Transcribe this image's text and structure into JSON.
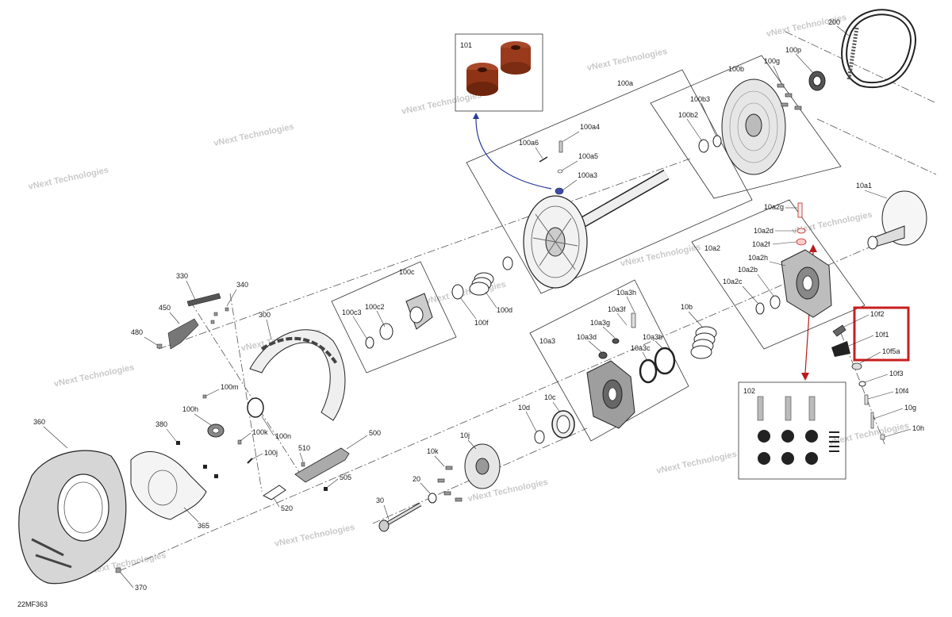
{
  "diagram_code": "22MF363",
  "watermark_text": "vNext Technologies",
  "highlight_color": "#c81e1e",
  "blue_arrow_color": "#2b3a9c",
  "red_arrow_color": "#b81c1c",
  "box_labels": {
    "b100a": "100a",
    "b100b": "100b",
    "b100c": "100c",
    "b10a2": "10a2",
    "b10a3": "10a3",
    "b101": "101",
    "b102": "102"
  },
  "labels": {
    "l200": "200",
    "l100p": "100p",
    "l100g": "100g",
    "l100b3": "100b3",
    "l100b2": "100b2",
    "l100a4": "100a4",
    "l100a6": "100a6",
    "l100a5": "100a5",
    "l100a3": "100a3",
    "l10a1": "10a1",
    "l10a2g": "10a2g",
    "l10a2d": "10a2d",
    "l10a2f": "10a2f",
    "l10a2h": "10a2h",
    "l10a2b": "10a2b",
    "l10a2c": "10a2c",
    "l10b": "10b",
    "l10f2": "10f2",
    "l10f1": "10f1",
    "l10f5a": "10f5a",
    "l10f3": "10f3",
    "l10f4": "10f4",
    "l10g": "10g",
    "l10h": "10h",
    "l100c3": "100c3",
    "l100c2": "100c2",
    "l100d": "100d",
    "l100f": "100f",
    "l10a3h": "10a3h",
    "l10a3f": "10a3f",
    "l10a3g": "10a3g",
    "l10a3d": "10a3d",
    "l10a3b": "10a3b",
    "l10a3c": "10a3c",
    "l10c": "10c",
    "l10d": "10d",
    "l10j": "10j",
    "l10k": "10k",
    "l20": "20",
    "l30": "30",
    "l330": "330",
    "l340": "340",
    "l450": "450",
    "l480": "480",
    "l300": "300",
    "l100m": "100m",
    "l100h": "100h",
    "l100k": "100k",
    "l100n": "100n",
    "l100j": "100j",
    "l360": "360",
    "l380": "380",
    "l365": "365",
    "l370": "370",
    "l500": "500",
    "l510": "510",
    "l505": "505",
    "l520": "520"
  }
}
